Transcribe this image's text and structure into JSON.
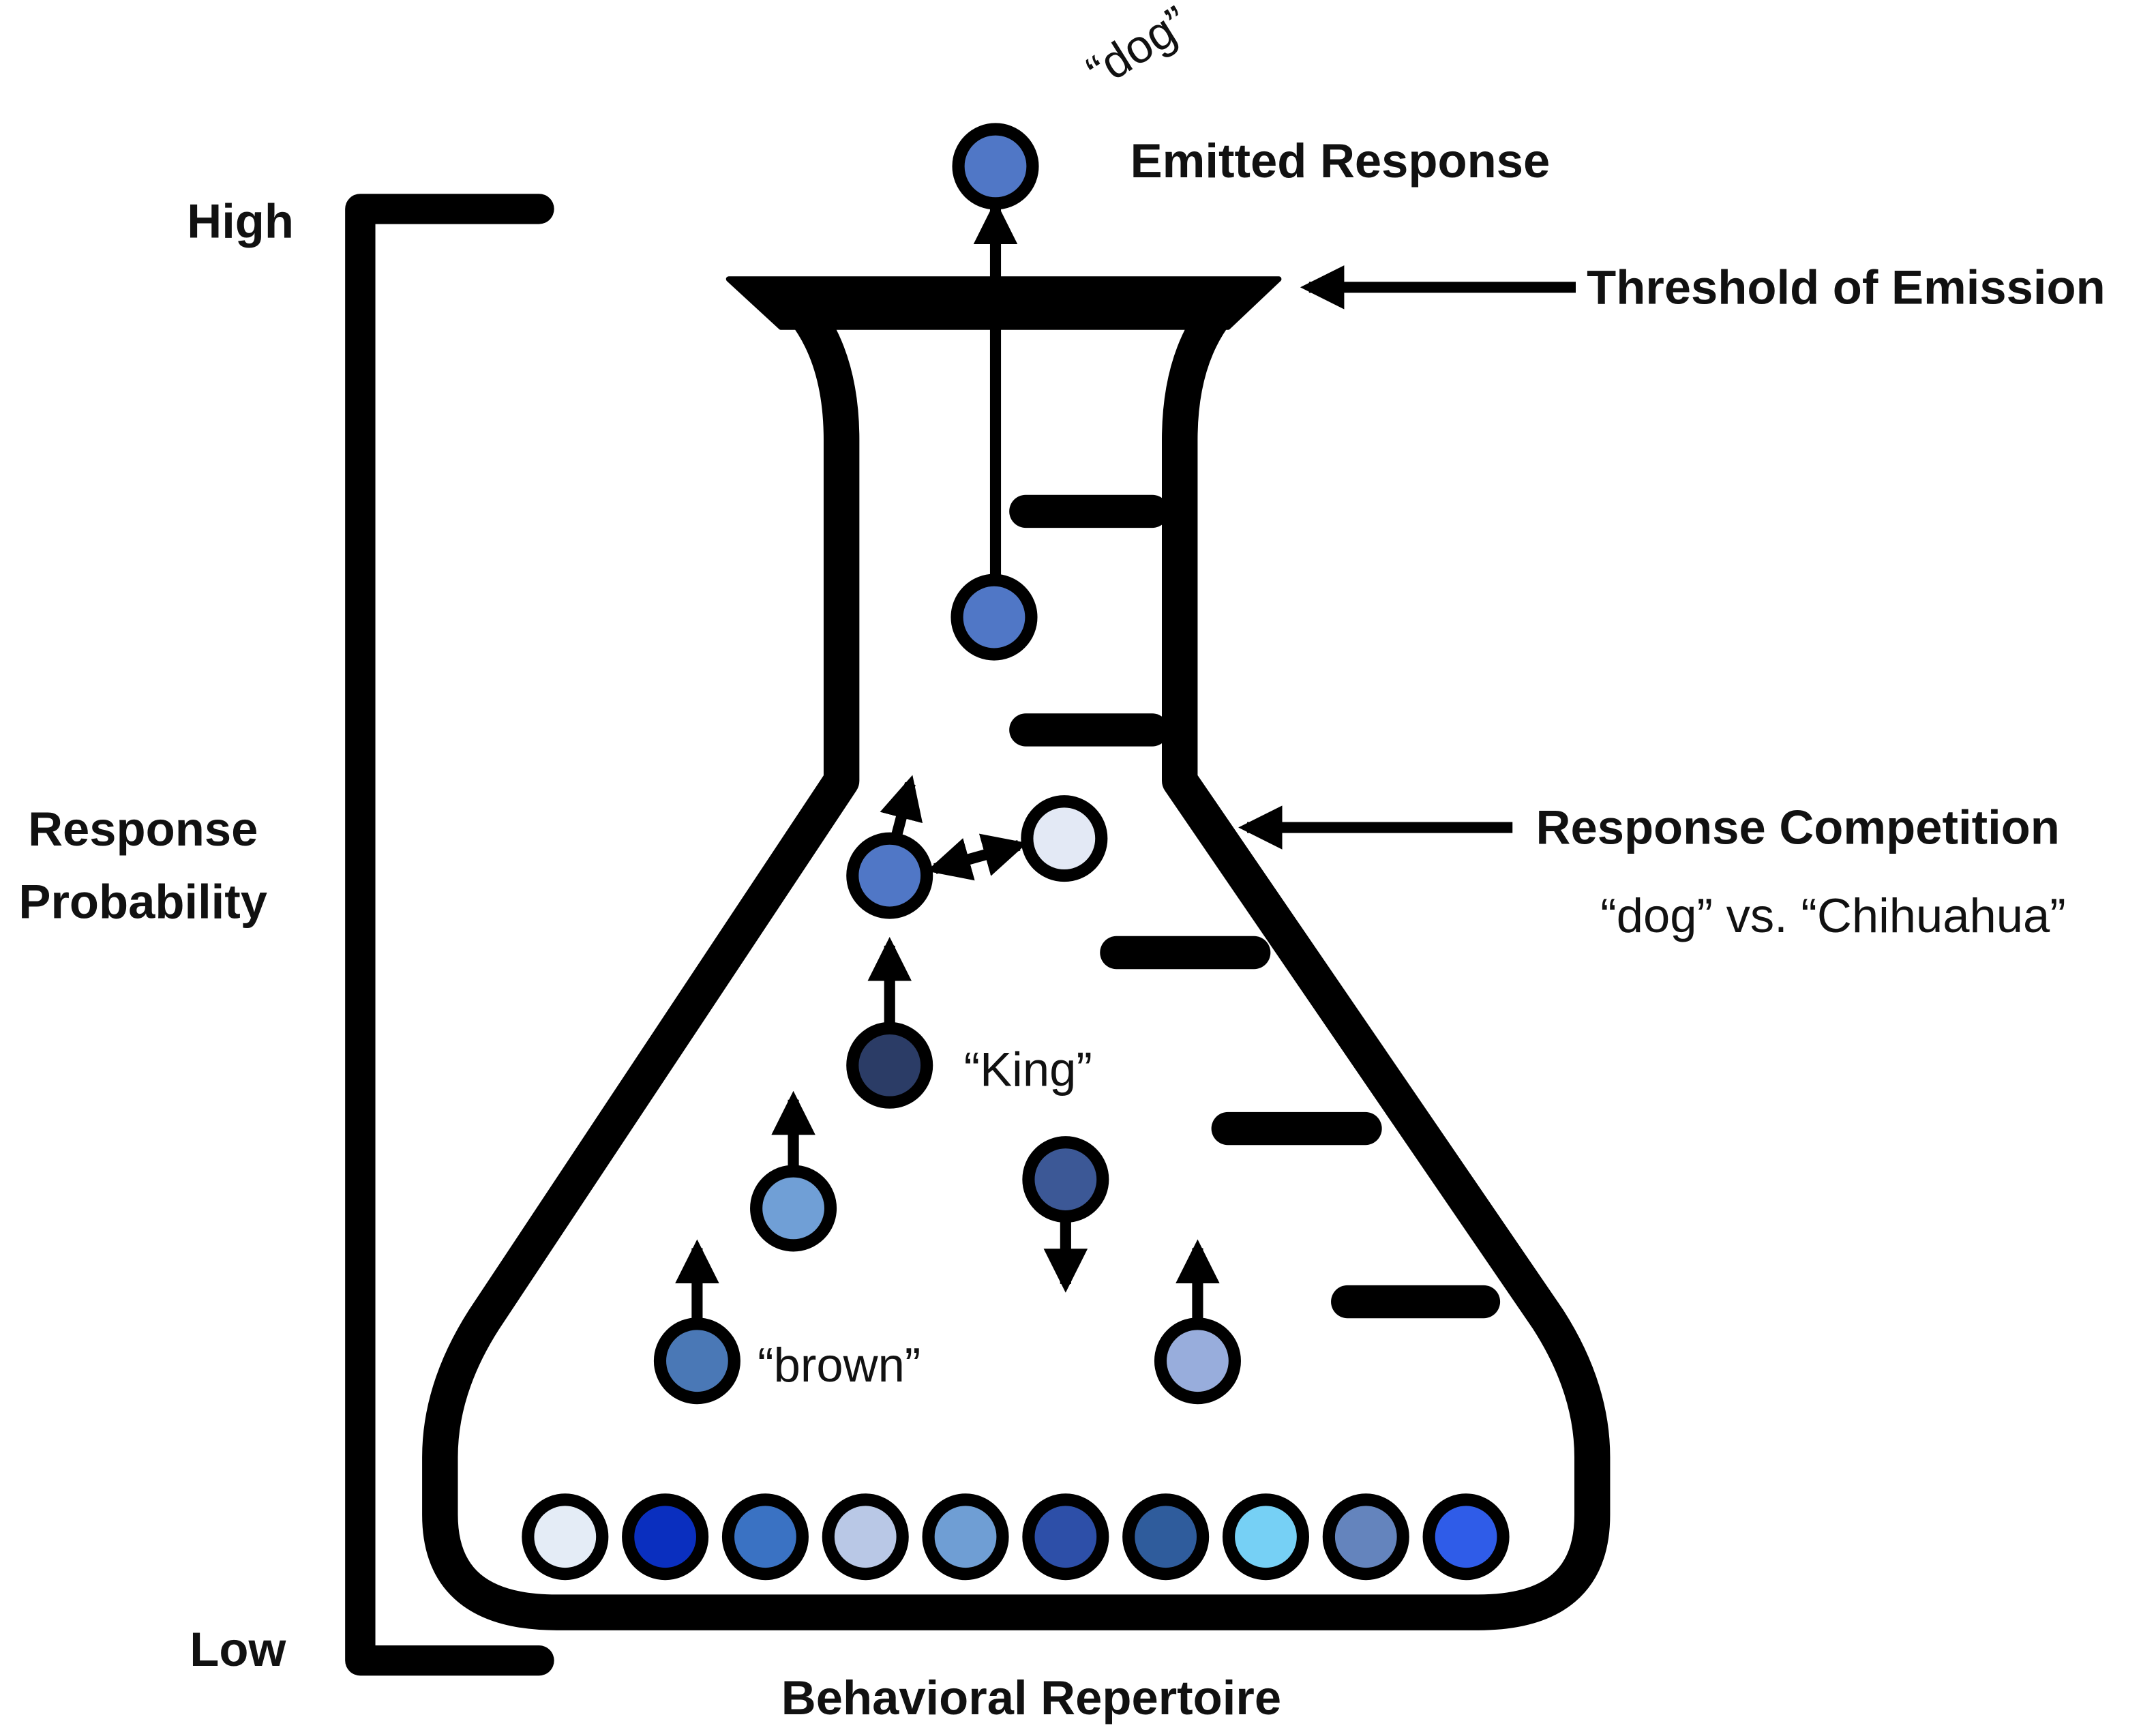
{
  "labels": {
    "emitted_response": "Emitted Response",
    "emitted_word": "“dog”",
    "threshold": "Threshold of Emission",
    "competition": "Response Competition",
    "competition_detail": "“dog” vs. “Chihuahua”",
    "scale_high": "High",
    "scale_low": "Low",
    "scale_title_line1": "Response",
    "scale_title_line2": "Probability",
    "word_king": "“King”",
    "word_brown": "“brown”",
    "repertoire": "Behavioral Repertoire"
  },
  "colors": {
    "emitted": "#5077c6",
    "threshold_candidate": "#5077c6",
    "competitor_dog": "#5077c6",
    "competitor_chihuahua": "#e3e9f5",
    "king": "#2b3c66",
    "rising_mid": "#709fd6",
    "falling": "#3c5896",
    "brown": "#4a78b6",
    "rising_right": "#98addc",
    "repertoire": [
      "#e4ecf6",
      "#0a2fbf",
      "#3a72c3",
      "#b9c8e6",
      "#6f9ed4",
      "#2d4fa8",
      "#2f5c9c",
      "#76d0f5",
      "#6484bd",
      "#2f5ce8"
    ]
  }
}
